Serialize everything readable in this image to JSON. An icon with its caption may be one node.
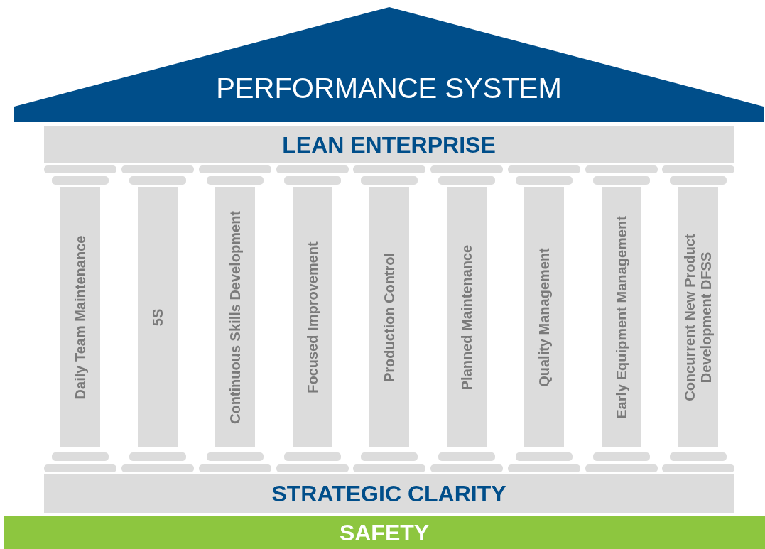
{
  "diagram": {
    "nodes": [
      {
        "text": [
          "PERFORMANCE SYSTEM"
        ]
      },
      {
        "text": [
          "LEAN ENTERPRISE"
        ]
      },
      {
        "text": [
          "Daily Team Maintenance"
        ]
      },
      {
        "text": [
          "5S"
        ]
      },
      {
        "text": [
          "Continuous Skills Development"
        ]
      },
      {
        "text": [
          "Focused Improvement"
        ]
      },
      {
        "text": [
          "Production Control"
        ]
      },
      {
        "text": [
          "Planned Maintenance"
        ]
      },
      {
        "text": [
          "Quality Management"
        ]
      },
      {
        "text": [
          "Early Equipment Management"
        ]
      },
      {
        "text": [
          "Concurrent New Product Development DFSS"
        ]
      },
      {
        "text": [
          "STRATEGIC CLARITY"
        ]
      },
      {
        "text": [
          "SAFETY"
        ]
      }
    ]
  }
}
